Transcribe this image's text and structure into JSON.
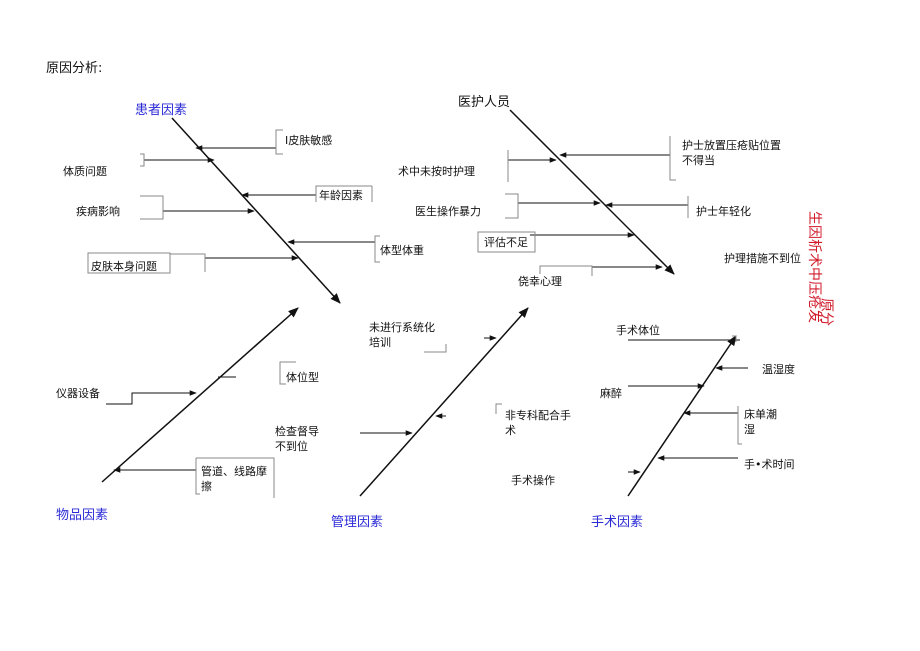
{
  "page": {
    "title": "原因分析:",
    "side_title_line1": "生因析术中压疮发",
    "side_title_line2": "原分"
  },
  "categories": {
    "patient": "患者因素",
    "nurse": "医护人员",
    "material": "物品因素",
    "management": "管理因素",
    "surgery": "手术因素"
  },
  "patient_causes": {
    "skin_sensitive": "I皮肤敏感",
    "constitution": "体质问题",
    "age": "年龄因素",
    "disease": "疾病影响",
    "body_weight": "体型体重",
    "skin_problem": "皮肤本身问题"
  },
  "nurse_causes": {
    "pad_position": "护士放置压疮贴位置不得当",
    "intraop_care": "术中未按时护理",
    "rough_operation": "医生操作暴力",
    "young_nurse": "护士年轻化",
    "evaluation": "评估不足",
    "measures": "护理措施不到位",
    "luck": "侥幸心理"
  },
  "management_causes": {
    "training": "未进行系统化培训",
    "specialist": "非专科配合手术",
    "inspection": "检查督导不到位",
    "surgical_operation": "手术操作"
  },
  "material_causes": {
    "equipment": "仪器设备",
    "body_position_type": "体位型",
    "tubing": "管道、线路摩擦"
  },
  "surgery_causes": {
    "position": "手术体位",
    "temp_humidity": "温湿度",
    "anesthesia": "麻醉",
    "bed_sheet": "床单潮湿",
    "duration": "手•术时间"
  },
  "colors": {
    "category_text": "#2b2bd6",
    "side_title": "#d11a2a",
    "line": "#111111",
    "box": "#8a8a8a"
  }
}
